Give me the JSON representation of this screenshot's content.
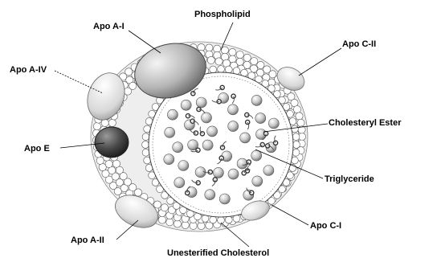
{
  "diagram": {
    "labels": {
      "phospholipid": "Phospholipid",
      "apo_a1": "Apo A-I",
      "apo_c2": "Apo C-II",
      "apo_a4": "Apo A-IV",
      "cholesteryl_ester": "Cholesteryl Ester",
      "apo_e": "Apo E",
      "triglyceride": "Triglyceride",
      "apo_c1": "Apo C-I",
      "apo_a2": "Apo A-II",
      "unesterified_cholesterol": "Unesterified Cholesterol"
    }
  }
}
